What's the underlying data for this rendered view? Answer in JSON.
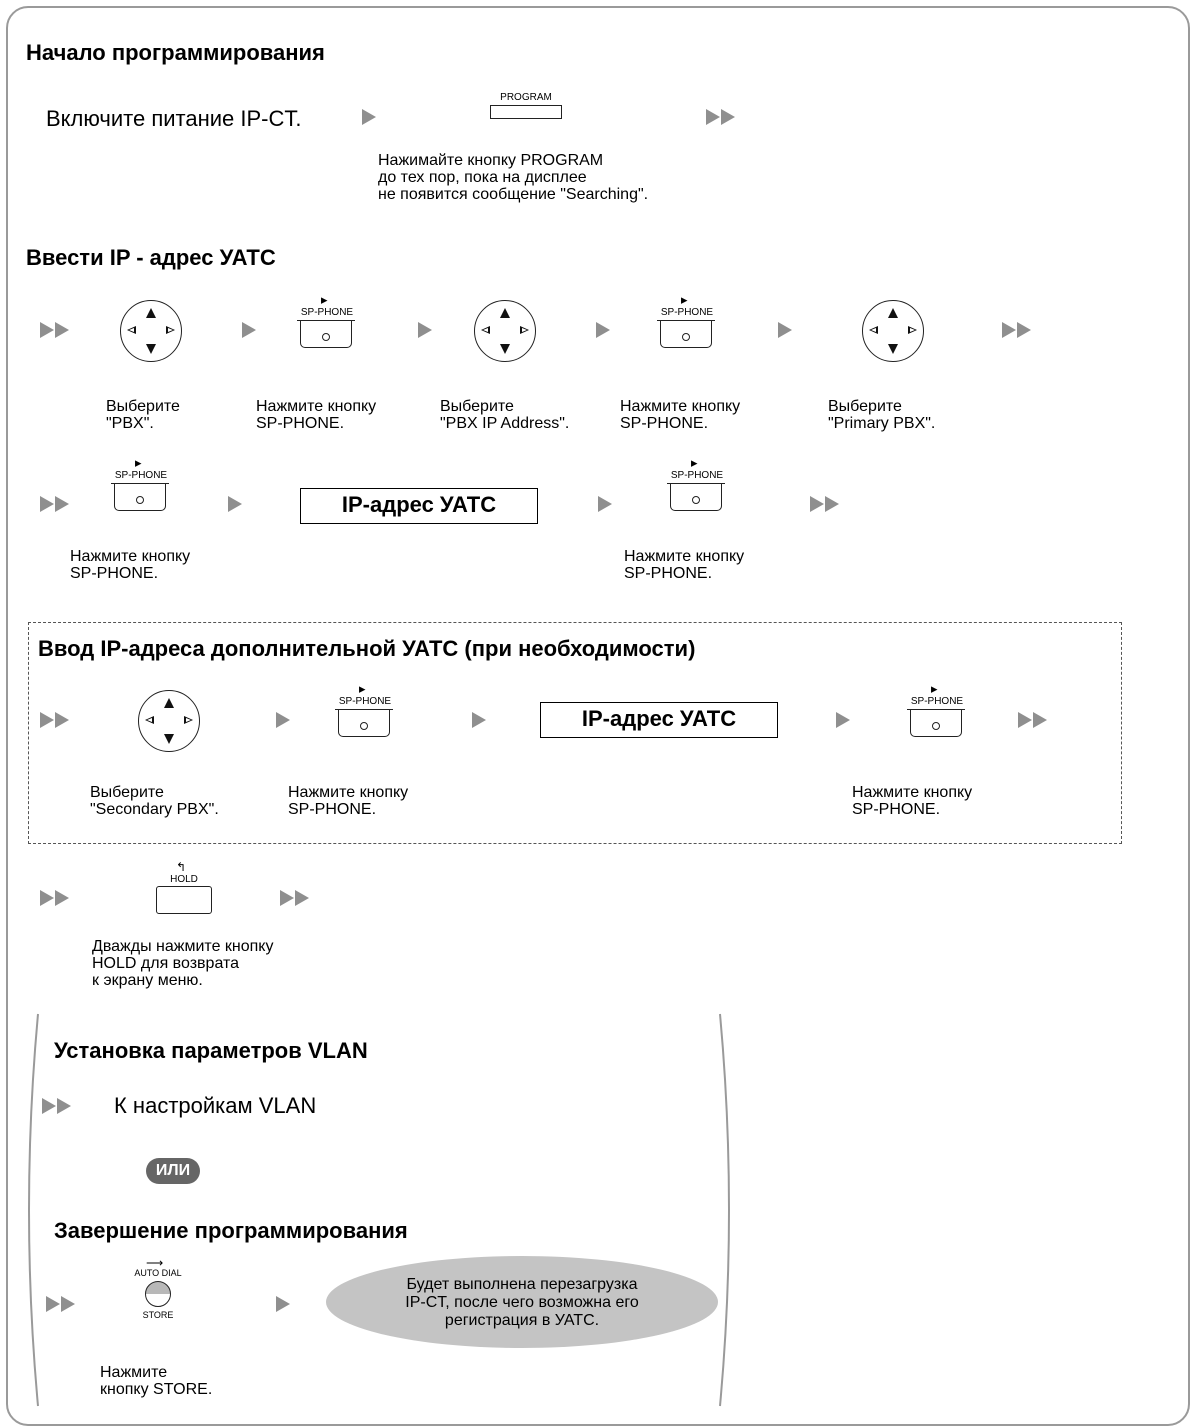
{
  "sections": {
    "start_title": "Начало программирования",
    "enter_ip_title": "Ввести IP - адрес УАТС",
    "secondary_title": "Ввод IP-адреса дополнительной УАТС (при необходимости)",
    "vlan_title": "Установка параметров VLAN",
    "finish_title": "Завершение программирования"
  },
  "start": {
    "power_text": "Включите питание IP-CT.",
    "program_label": "PROGRAM",
    "program_caption": "Нажимайте кнопку PROGRAM\nдо тех пор, пока на дисплее\nне появится сообщение \"Searching\"."
  },
  "buttons": {
    "sp_label": "SP-PHONE",
    "sp_icon": "speaker-icon",
    "hold_label": "HOLD",
    "autodial_label": "AUTO DIAL",
    "store_label": "STORE"
  },
  "captions": {
    "select_pbx": "Выберите\n\"PBX\".",
    "press_sp": "Нажмите кнопку\nSP-PHONE.",
    "select_pbx_ip": "Выберите\n\"PBX IP Address\".",
    "select_primary": "Выберите\n\"Primary PBX\".",
    "select_secondary": "Выберите\n\"Secondary PBX\".",
    "hold_twice": "Дважды нажмите кнопку\nHOLD для возврата\nк экрану меню.",
    "press_store": "Нажмите\nкнопку STORE."
  },
  "ip_box_text": "IP-адрес УАТС",
  "vlan_text": "К настройкам VLAN",
  "or_badge": "ИЛИ",
  "reboot_note": "Будет выполнена перезагрузка\nIP-CT, после чего возможна его\nрегистрация в УАТС."
}
